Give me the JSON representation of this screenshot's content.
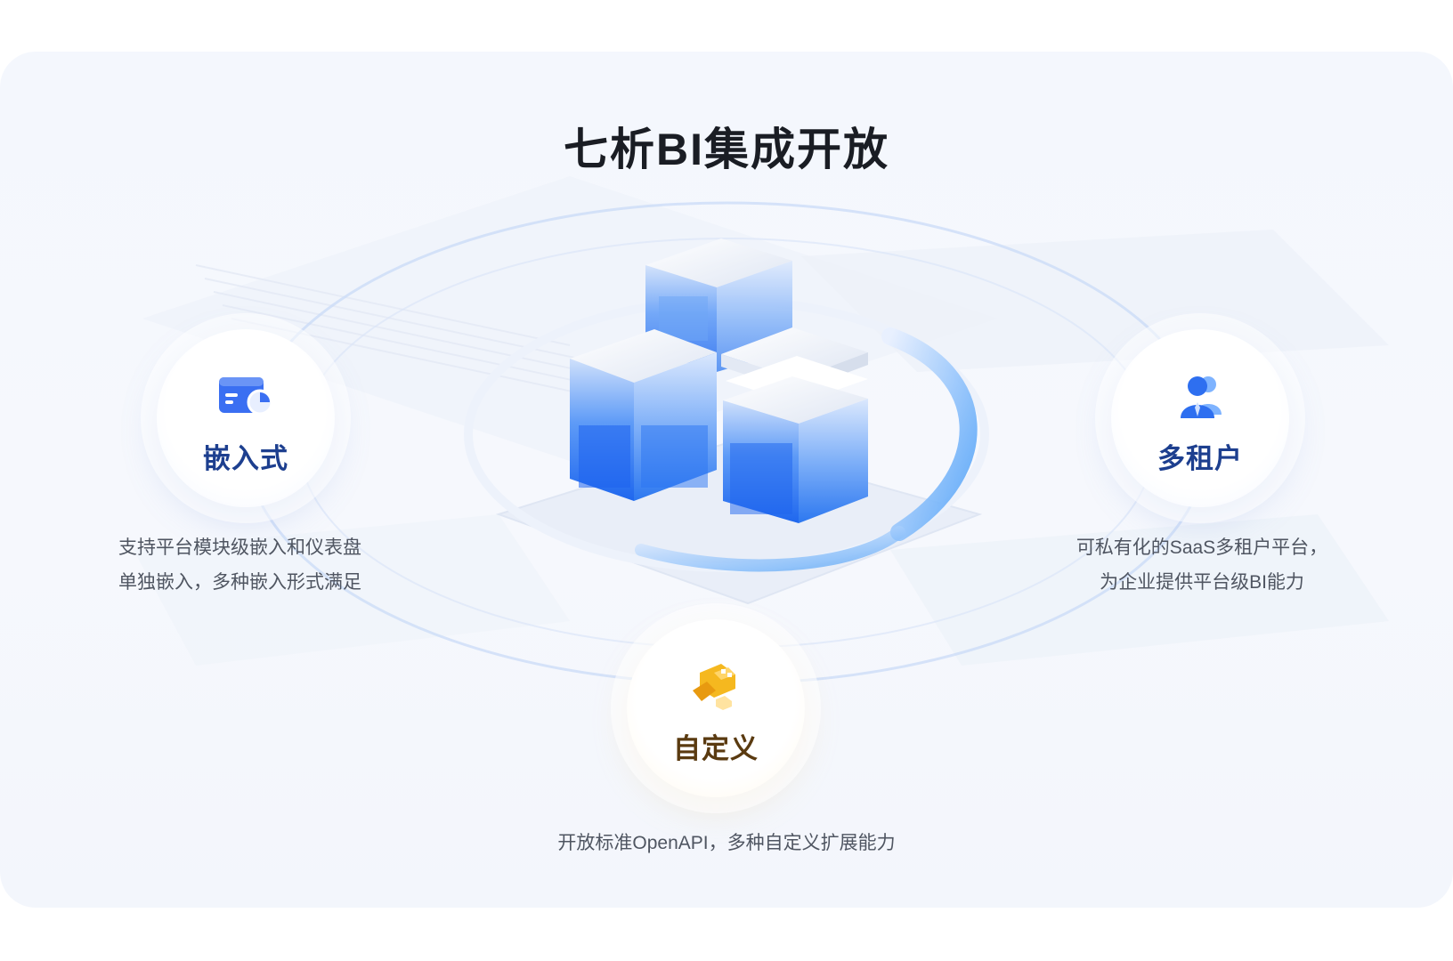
{
  "title": "七析BI集成开放",
  "features": {
    "embed": {
      "title": "嵌入式",
      "icon": "embed-dashboard-icon",
      "desc_line1": "支持平台模块级嵌入和仪表盘",
      "desc_line2": "单独嵌入，多种嵌入形式满足"
    },
    "tenant": {
      "title": "多租户",
      "icon": "users-icon",
      "desc_line1": "可私有化的SaaS多租户平台，",
      "desc_line2": "为企业提供平台级BI能力"
    },
    "custom": {
      "title": "自定义",
      "icon": "puzzle-extension-icon",
      "desc_line1": "开放标准OpenAPI，多种自定义扩展能力"
    }
  },
  "colors": {
    "accent_blue": "#2f6bf0",
    "accent_gold": "#f5b81f",
    "title_dark": "#1a1d24",
    "feature_blue": "#1d3f8f"
  }
}
